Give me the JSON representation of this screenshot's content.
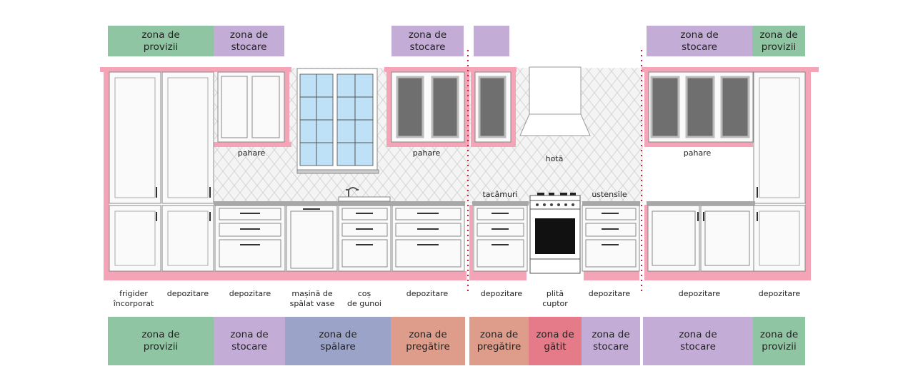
{
  "colors": {
    "provizii": "#8fc5a2",
    "stocare": "#c3acd6",
    "spalare": "#9ba4c8",
    "pregatire": "#de9d8b",
    "gatit": "#e57a89",
    "frame": "#f4a4b6",
    "glass": "#bfe1f7"
  },
  "top_zones": [
    "zona de\nprovizii",
    "zona de\nstocare",
    "zona de\nstocare",
    "",
    "zona de\nstocare",
    "zona de\nprovizii"
  ],
  "wall_labels": [
    "pahare",
    "pahare",
    "hotă",
    "tacâmuri",
    "ustensile",
    "pahare"
  ],
  "item_labels": [
    "frigider\nîncorporat",
    "depozitare",
    "depozitare",
    "mașină de\nspălat vase",
    "coș\nde gunoi",
    "depozitare",
    "depozitare",
    "plită\ncuptor",
    "depozitare",
    "depozitare",
    "depozitare"
  ],
  "bottom_zones": [
    "zona de\nprovizii",
    "zona de\nstocare",
    "zona de\nspălare",
    "zona de\npregătire",
    "zona de\npregătire",
    "zona de\ngătit",
    "zona de\nstocare",
    "zona de\nstocare",
    "zona de\nprovizii"
  ]
}
